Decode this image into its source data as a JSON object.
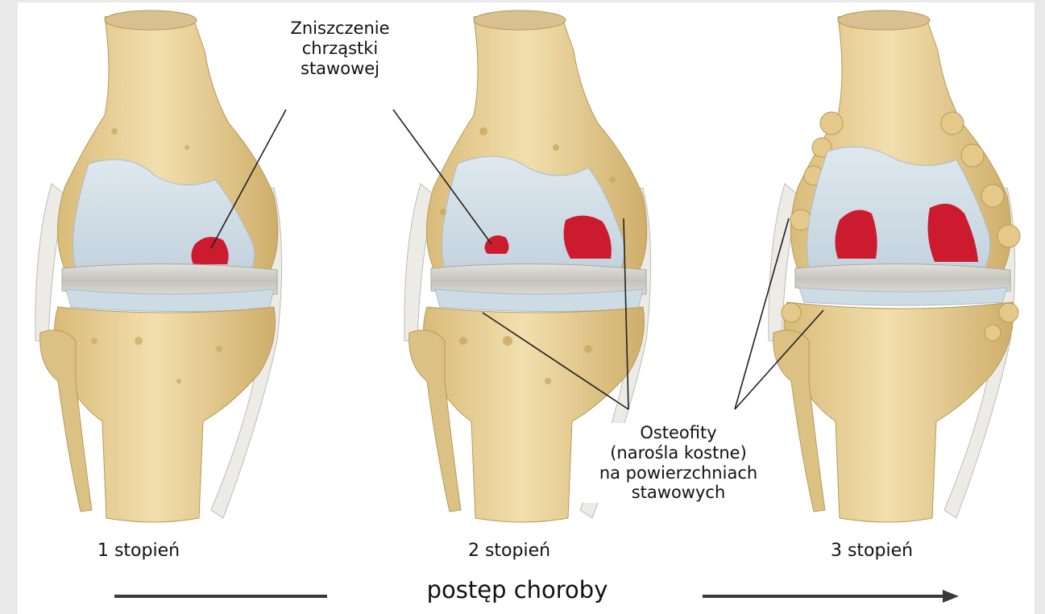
{
  "stages": [
    {
      "label": "1 stopień"
    },
    {
      "label": "2 stopień"
    },
    {
      "label": "3 stopień"
    }
  ],
  "annotations": {
    "cartilage_line1": "Zniszczenie",
    "cartilage_line2": "chrząstki",
    "cartilage_line3": "stawowej",
    "osteophyte_line1": "Osteofity",
    "osteophyte_line2": "(narośla kostne)",
    "osteophyte_line3": "na powierzchniach",
    "osteophyte_line4": "stawowych"
  },
  "progress": {
    "label": "postęp choroby"
  },
  "colors": {
    "bone": "#e7cf97",
    "bone_shadow": "#c9a862",
    "cartilage": "#cfdde6",
    "meniscus": "#c9c8c3",
    "lesion": "#cc1b2e",
    "ligament": "#ecebe6",
    "line": "#222222",
    "arrow": "#3a3a3a"
  }
}
